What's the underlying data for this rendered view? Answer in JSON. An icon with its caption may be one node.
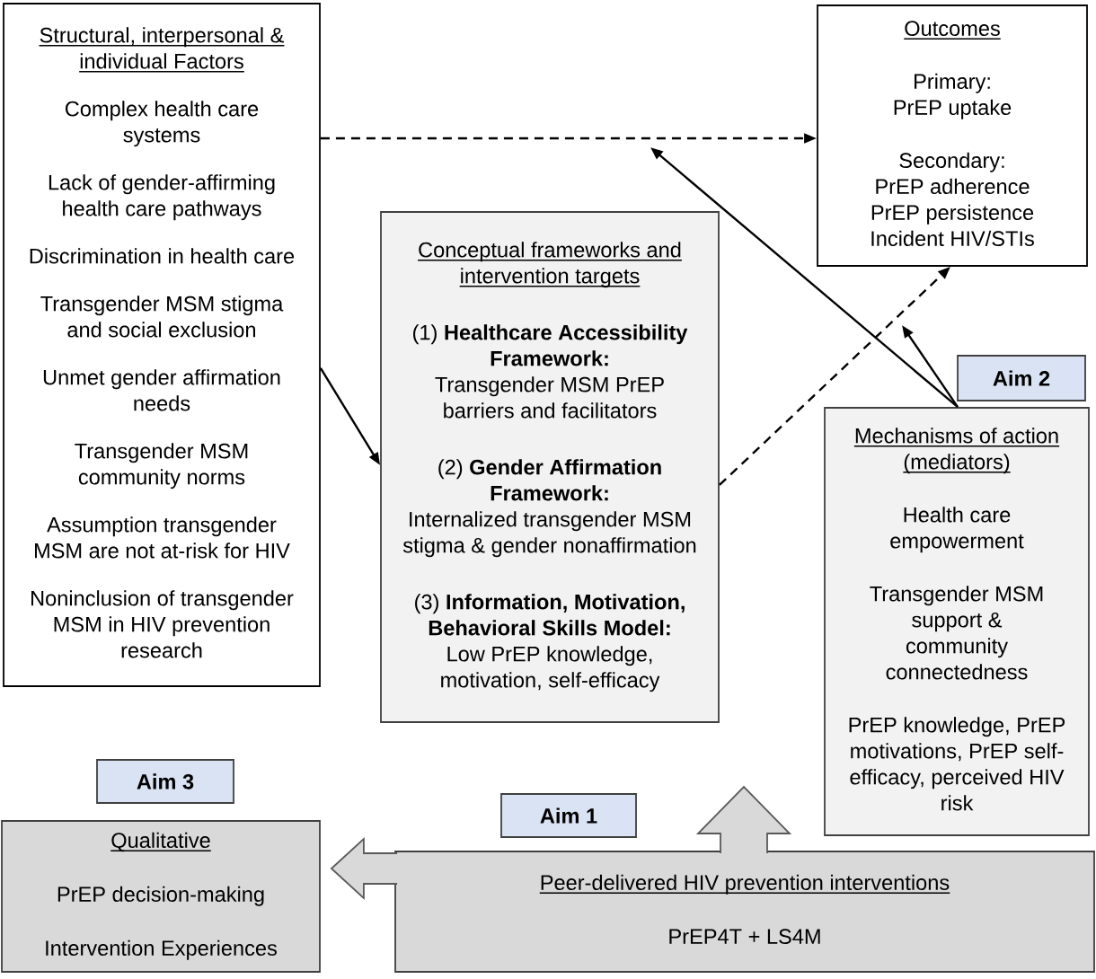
{
  "diagram": {
    "nodes": [
      {
        "text": [
          "Structural, interpersonal & individual Factors",
          "Complex health care systems",
          "Lack of gender-affirming health care pathways",
          "Discrimination in health care",
          "Transgender MSM stigma and social exclusion",
          "Unmet gender affirmation needs",
          "Transgender MSM community norms",
          "Assumption transgender MSM are not at-risk for HIV",
          "Noninclusion of transgender MSM in HIV prevention research"
        ]
      },
      {
        "text": [
          "Outcomes",
          "Primary:",
          "PrEP uptake",
          "Secondary:",
          "PrEP adherence",
          "PrEP persistence",
          "Incident HIV/STIs"
        ]
      },
      {
        "text": [
          "Conceptual frameworks and intervention targets",
          "(1) **Healthcare Accessibility Framework:**",
          "Transgender MSM PrEP barriers and facilitators",
          "(2) **Gender Affirmation Framework:**",
          "Internalized transgender MSM stigma & gender nonaffirmation",
          "(3) **Information, Motivation, Behavioral Skills Model:**",
          "Low PrEP knowledge, motivation, self-efficacy"
        ]
      },
      {
        "text": [
          "Aim 2"
        ]
      },
      {
        "text": [
          "Mechanisms of action (mediators)",
          "Health care empowerment",
          "Transgender MSM support & community connectedness",
          "PrEP knowledge, PrEP motivations, PrEP self-efficacy, perceived HIV risk"
        ]
      },
      {
        "text": [
          "Aim 3"
        ]
      },
      {
        "text": [
          "Aim 1"
        ]
      },
      {
        "text": [
          "Qualitative",
          "PrEP decision-making",
          "Intervention Experiences"
        ]
      },
      {
        "text": [
          "Peer-delivered HIV prevention interventions",
          "PrEP4T + LS4M"
        ]
      }
    ],
    "edges": [
      {
        "from": 0,
        "to": 1,
        "arrow": "to",
        "style": "dashed"
      },
      {
        "from": 0,
        "to": 2,
        "arrow": "to"
      },
      {
        "from": 2,
        "to": 1,
        "arrow": "to",
        "style": "dashed"
      },
      {
        "from": 4,
        "to": null,
        "arrow": "to"
      },
      {
        "from": 4,
        "to": null,
        "arrow": "to"
      },
      {
        "from": 8,
        "to": 7,
        "arrow": "to",
        "style": "thick"
      },
      {
        "from": 8,
        "to": null,
        "arrow": "to",
        "style": "thick"
      }
    ]
  }
}
